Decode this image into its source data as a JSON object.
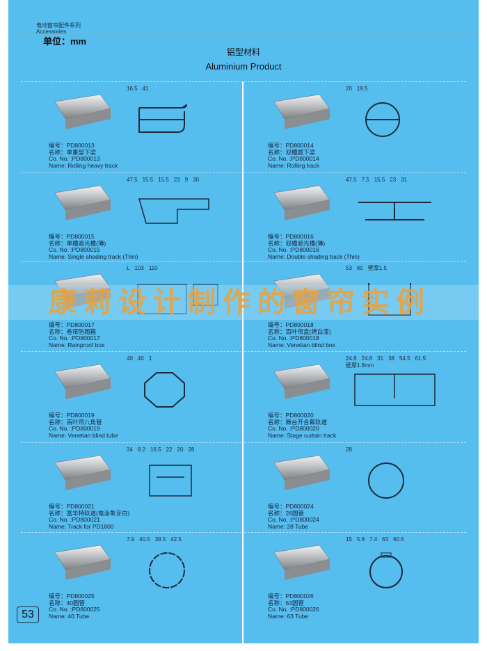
{
  "header": {
    "series_cn": "电动窗帘配件系列",
    "series_en": "Accessories",
    "unit": "单位：mm",
    "title_cn": "铝型材料",
    "title_en": "Aluminium Product"
  },
  "labels": {
    "code": "编号：",
    "name_cn": "名称：",
    "co_no": "Co. No. :",
    "name_en": "Name: "
  },
  "watermark": "康莉设计制作的窗帘实例",
  "page_number": "53",
  "products": [
    {
      "code": "PD800013",
      "name_cn": "单重型下梁",
      "name_en": "Rolling heavy track",
      "dims": [
        "16.5",
        "41"
      ]
    },
    {
      "code": "PD800014",
      "name_cn": "双槽圆下梁",
      "name_en": "Rolling track",
      "dims": [
        "20",
        "19.5"
      ]
    },
    {
      "code": "PD800015",
      "name_cn": "单槽遮光槽(薄)",
      "name_en": "Single shading track (Thin)",
      "dims": [
        "47.5",
        "15.5",
        "15.5",
        "23",
        "9",
        "30"
      ]
    },
    {
      "code": "PD800016",
      "name_cn": "双槽遮光槽(薄)",
      "name_en": "Double shading track (Thin)",
      "dims": [
        "47.5",
        "7.5",
        "15.5",
        "23",
        "31"
      ]
    },
    {
      "code": "PD800017",
      "name_cn": "卷帘防雨箱",
      "name_en": "Rainproof box",
      "dims": [
        "L",
        "103",
        "110"
      ]
    },
    {
      "code": "PD800018",
      "name_cn": "百叶帘盒(烤白漆)",
      "name_en": "Venetian blind box",
      "dims": [
        "53",
        "60",
        "壁厚1.5"
      ]
    },
    {
      "code": "PD800019",
      "name_cn": "百叶帘八角管",
      "name_en": "Venetian blind tube",
      "dims": [
        "40",
        "40",
        "1"
      ]
    },
    {
      "code": "PD800020",
      "name_cn": "舞台开合幕轨道",
      "name_en": "Stage curtain track",
      "dims": [
        "24.8",
        "24.8",
        "31",
        "38",
        "54.5",
        "61.5",
        "壁厚1.8mm"
      ]
    },
    {
      "code": "PD800021",
      "name_cn": "富华特轨道(电泳象牙白)",
      "name_en": "Track for PD1800",
      "dims": [
        "34",
        "8.2",
        "16.5",
        "22",
        "20",
        "28"
      ]
    },
    {
      "code": "PD800024",
      "name_cn": "28圆管",
      "name_en": "28 Tube",
      "dims": [
        "28"
      ]
    },
    {
      "code": "PD800025",
      "name_cn": "40圆管",
      "name_en": "40 Tube",
      "dims": [
        "7.9",
        "40.5",
        "38.5",
        "42.5"
      ]
    },
    {
      "code": "PD800026",
      "name_cn": "63圆管",
      "name_en": "63 Tube",
      "dims": [
        "15",
        "5.8",
        "7.4",
        "63",
        "60.6"
      ]
    }
  ]
}
